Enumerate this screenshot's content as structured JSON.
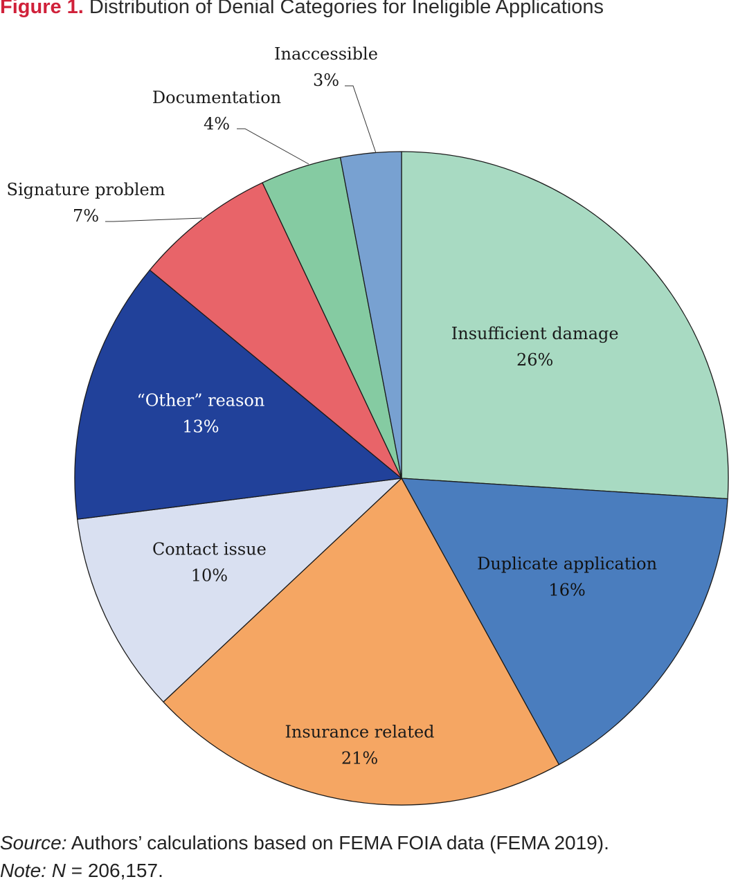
{
  "figure": {
    "number_label": "Figure 1.",
    "title": "Distribution of Denial Categories for Ineligible Applications"
  },
  "chart_data": {
    "type": "pie",
    "start_angle_deg": 0,
    "direction": "clockwise",
    "slices": [
      {
        "label": "Insufficient damage",
        "value": 26,
        "value_label": "26%",
        "color": "#a8dac2",
        "text_color": "#1a1a1a",
        "label_placement": "inside"
      },
      {
        "label": "Duplicate application",
        "value": 16,
        "value_label": "16%",
        "color": "#4a7dbe",
        "text_color": "#111111",
        "label_placement": "inside"
      },
      {
        "label": "Insurance related",
        "value": 21,
        "value_label": "21%",
        "color": "#f5a663",
        "text_color": "#1a1a1a",
        "label_placement": "inside"
      },
      {
        "label": "Contact issue",
        "value": 10,
        "value_label": "10%",
        "color": "#d9e0f1",
        "text_color": "#1a1a1a",
        "label_placement": "inside"
      },
      {
        "label": "“Other” reason",
        "value": 13,
        "value_label": "13%",
        "color": "#21419a",
        "text_color": "#ffffff",
        "label_placement": "inside"
      },
      {
        "label": "Signature problem",
        "value": 7,
        "value_label": "7%",
        "color": "#e86469",
        "text_color": "#1a1a1a",
        "label_placement": "outside"
      },
      {
        "label": "Documentation",
        "value": 4,
        "value_label": "4%",
        "color": "#85cba2",
        "text_color": "#1a1a1a",
        "label_placement": "outside"
      },
      {
        "label": "Inaccessible",
        "value": 3,
        "value_label": "3%",
        "color": "#78a1d1",
        "text_color": "#1a1a1a",
        "label_placement": "outside"
      }
    ]
  },
  "source": {
    "prefix": "Source:",
    "text": " Authors’ calculations based on FEMA FOIA data (FEMA 2019)."
  },
  "note": {
    "prefix": "Note:",
    "n_symbol": "N",
    "text": " = 206,157."
  }
}
